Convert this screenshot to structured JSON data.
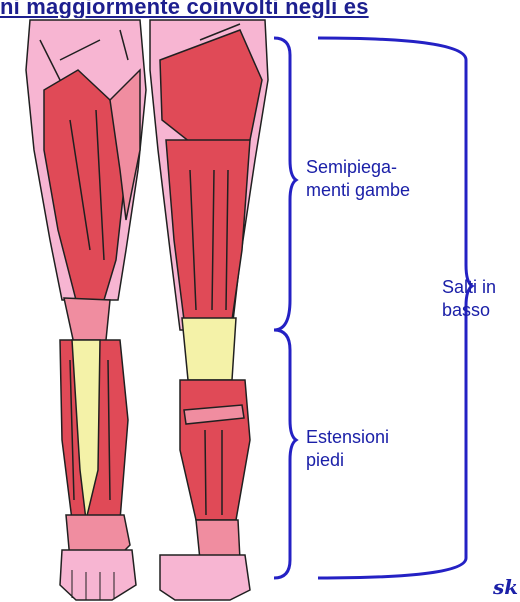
{
  "header_text": "ni maggiormente coinvolti negli es",
  "labels": {
    "upper_group": [
      "Semipiega-",
      "menti gambe"
    ],
    "lower_group": [
      "Estensioni",
      "piedi"
    ],
    "combined": [
      "Salti in",
      "basso"
    ]
  },
  "signature": "sk",
  "colors": {
    "muscle": "#e04a57",
    "muscle_light": "#f08da0",
    "skin": "#f7b5d2",
    "tendon": "#f4f2a8",
    "outline": "#202020",
    "bracket": "#2421c4"
  }
}
